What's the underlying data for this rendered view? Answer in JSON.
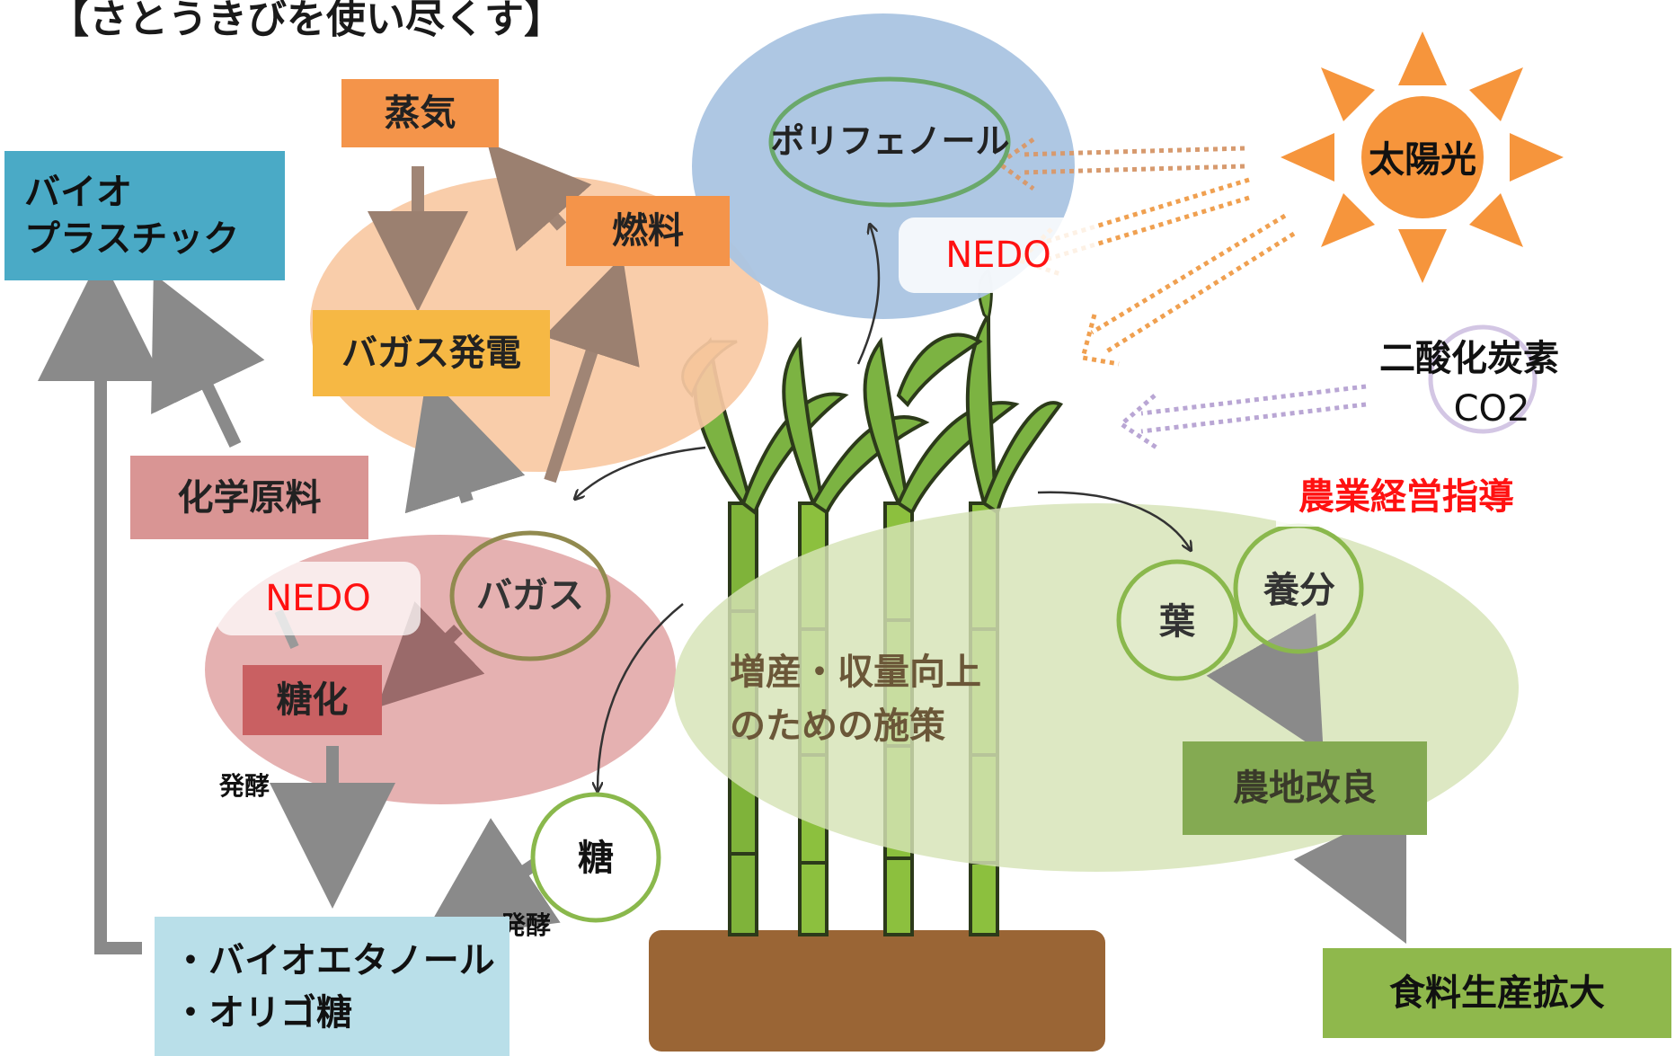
{
  "title": "【さとうきびを使い尽くす】",
  "nodes": {
    "steam": "蒸気",
    "fuel": "燃料",
    "bagasse_power": "バガス発電",
    "bioplastic_line1": "バイオ",
    "bioplastic_line2": "プラスチック",
    "chem_material": "化学原料",
    "nedo_left": "NEDO",
    "bagasse": "バガス",
    "saccharification": "糖化",
    "fermentation_left": "発酵",
    "sugar": "糖",
    "fermentation_bottom": "発酵",
    "products_line1": "・バイオエタノール",
    "products_line2": "・オリゴ糖",
    "polyphenol": "ポリフェノール",
    "nedo_top": "NEDO",
    "sunlight": "太陽光",
    "co2_line1": "二酸化炭素",
    "co2_line2": "CO2",
    "farm_guidance": "農業経営指導",
    "leaf": "葉",
    "nutrients": "養分",
    "yield_line1": "増産・収量向上",
    "yield_line2": "のための施策",
    "soil_improvement": "農地改良",
    "food_expansion": "食料生産拡大"
  },
  "colors": {
    "orange_box": "#f4944a",
    "orange_ellipse": "#f8c9a3",
    "yellow_box": "#f6b844",
    "teal_box": "#4aaac6",
    "pink_box": "#d99594",
    "red_box": "#c96062",
    "pink_ellipse": "#e3aaaa",
    "light_blue_box": "#b9dfe9",
    "blue_ellipse": "#aac4e2",
    "green_ellipse": "#d5e3b6",
    "green_box": "#84aa52",
    "green_box_bright": "#8fb84c",
    "red_text": "#ff1111",
    "sun": "#f6953c",
    "gray_arrow": "#808080",
    "soil": "#9a6535"
  }
}
